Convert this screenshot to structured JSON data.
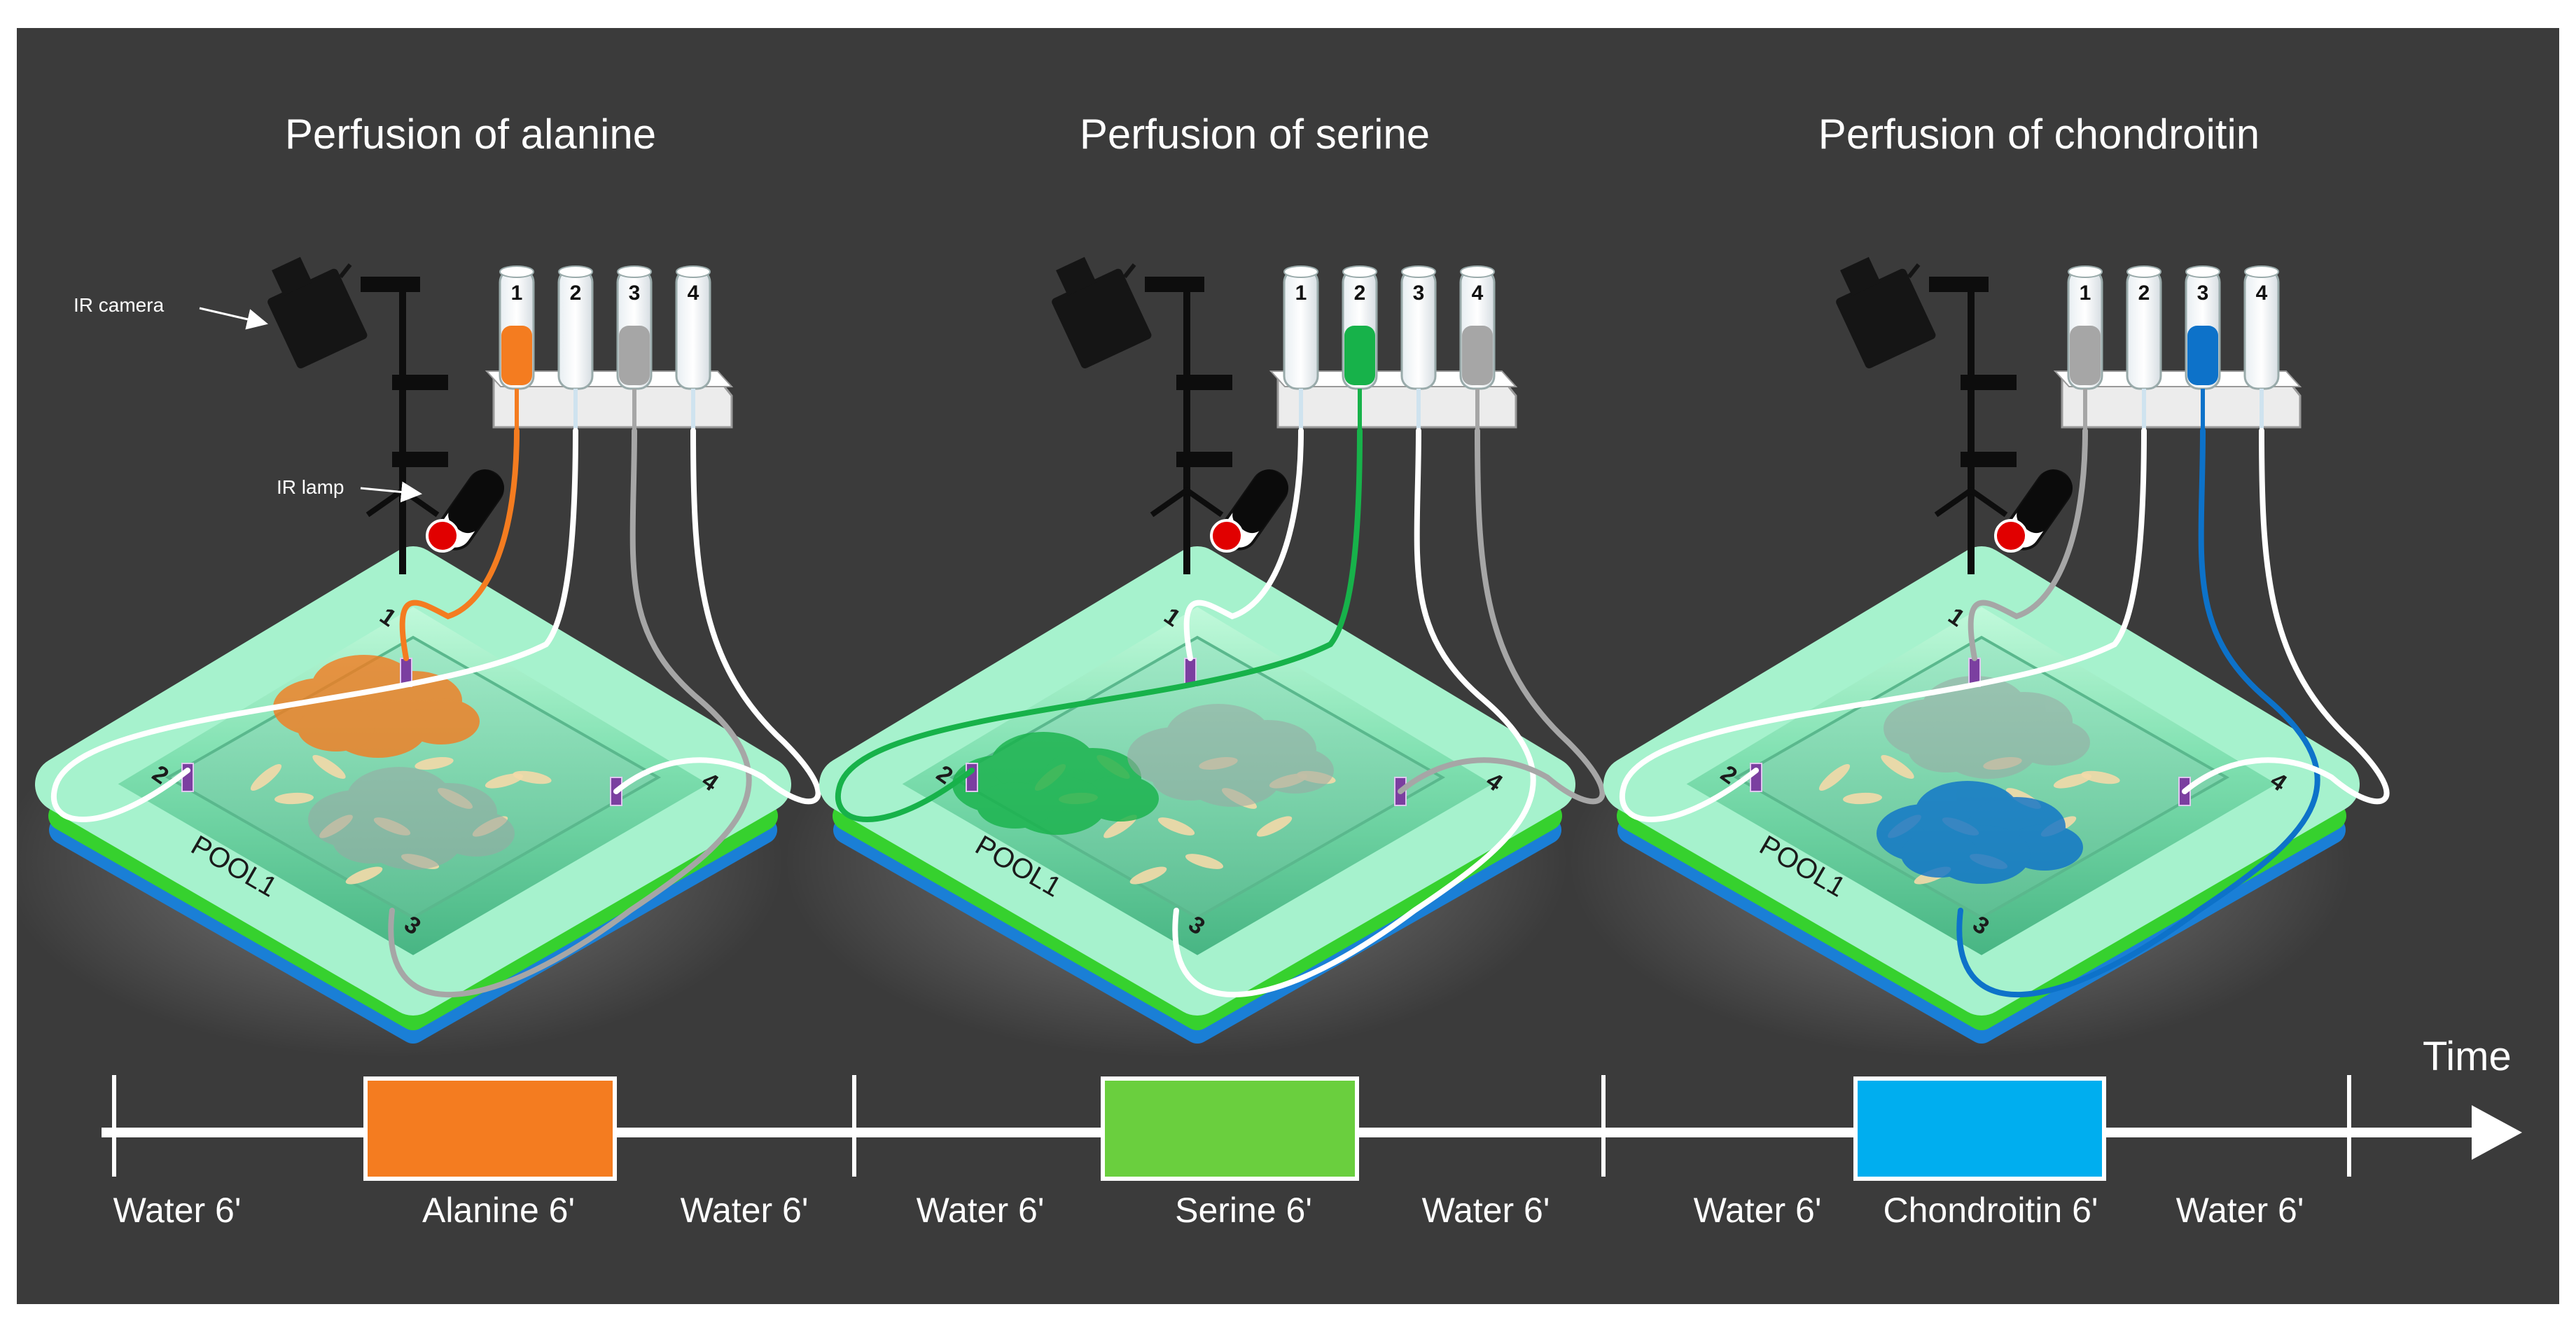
{
  "panels": [
    {
      "title": "Perfusion of alanine",
      "active_tube": 1,
      "active_color": "#f47c20",
      "grey_tubes": [
        3
      ],
      "annotations": {
        "camera": "IR camera",
        "lamp": "IR lamp"
      },
      "pool_label": "POOL1",
      "corner_labels": [
        "1",
        "2",
        "3",
        "4"
      ],
      "tube_labels": [
        "1",
        "2",
        "3",
        "4"
      ]
    },
    {
      "title": "Perfusion of serine",
      "active_tube": 2,
      "active_color": "#17b24a",
      "grey_tubes": [
        4
      ],
      "pool_label": "POOL1",
      "corner_labels": [
        "1",
        "2",
        "3",
        "4"
      ],
      "tube_labels": [
        "1",
        "2",
        "3",
        "4"
      ]
    },
    {
      "title": "Perfusion of chondroitin",
      "active_tube": 3,
      "active_color": "#0d72c9",
      "grey_tubes": [
        1
      ],
      "pool_label": "POOL1",
      "corner_labels": [
        "1",
        "2",
        "3",
        "4"
      ],
      "tube_labels": [
        "1",
        "2",
        "3",
        "4"
      ]
    }
  ],
  "timeline": {
    "axis_label": "Time",
    "segments": [
      {
        "label": "Water 6'",
        "type": "water"
      },
      {
        "label": "Alanine 6'",
        "type": "stimulus",
        "color": "#f47c20"
      },
      {
        "label": "Water 6'",
        "type": "water"
      },
      {
        "label": "Water 6'",
        "type": "water"
      },
      {
        "label": "Serine 6'",
        "type": "stimulus",
        "color": "#6acf3e"
      },
      {
        "label": "Water 6'",
        "type": "water"
      },
      {
        "label": "Water 6'",
        "type": "water"
      },
      {
        "label": "Chondroitin 6'",
        "type": "stimulus",
        "color": "#00aeef"
      },
      {
        "label": "Water 6'",
        "type": "water"
      }
    ]
  },
  "colors": {
    "background": "#3b3b3b",
    "pool_green": "#7fe0b0",
    "tube_grey": "#a6a6a6",
    "lamp_red": "#e10000"
  }
}
